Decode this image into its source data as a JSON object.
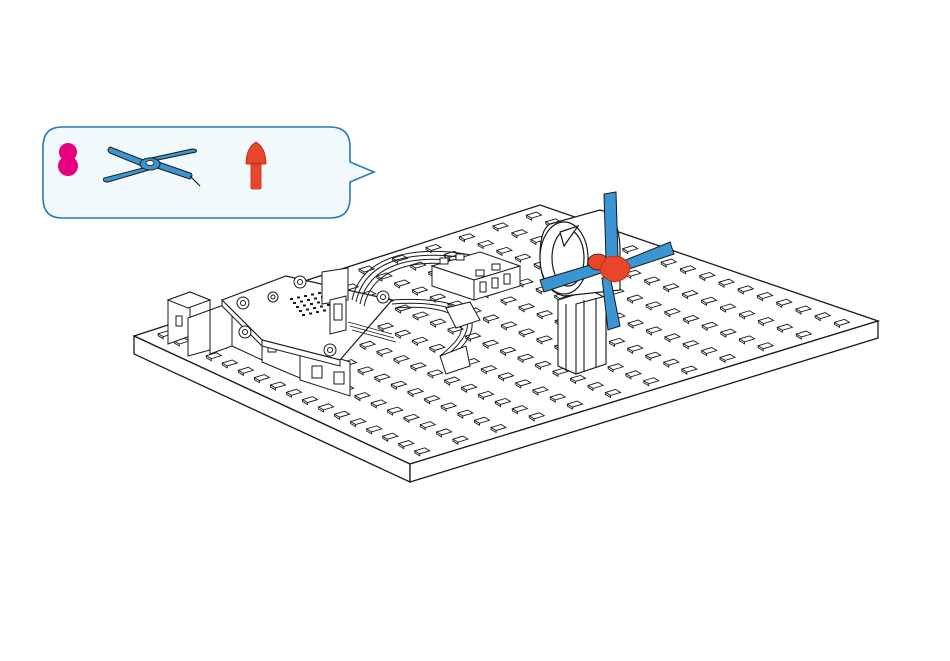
{
  "step": {
    "number": "8",
    "color": "#e6007e"
  },
  "parts_callout": {
    "border_color": "#2a7ab8",
    "fill_color": "#f2f9fd",
    "parts": [
      {
        "name": "propeller",
        "icon": "propeller-icon",
        "color": "#3a96d2"
      },
      {
        "name": "cap",
        "icon": "cap-icon",
        "color": "#e8452a"
      }
    ]
  },
  "assembly": {
    "baseplate_rows": 12,
    "baseplate_cols": 17,
    "line_color": "#1a1a1a",
    "propeller_color": "#3a96d2",
    "cap_color": "#e8452a"
  }
}
